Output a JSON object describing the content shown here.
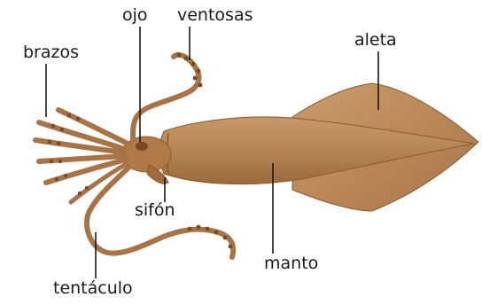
{
  "labels": {
    "ojo": "ojo",
    "ventosas": "ventosas",
    "aleta": "aleta",
    "brazos": "brazos",
    "sifon": "sifón",
    "manto": "manto",
    "tentaculo": "tentáculo"
  },
  "colors": {
    "body_main": "#b58554",
    "body_light": "#c99868",
    "body_dark": "#8a5a30",
    "fin": "#c08c5c",
    "leader_line": "#1a1a1a",
    "text": "#1a1a1a"
  }
}
